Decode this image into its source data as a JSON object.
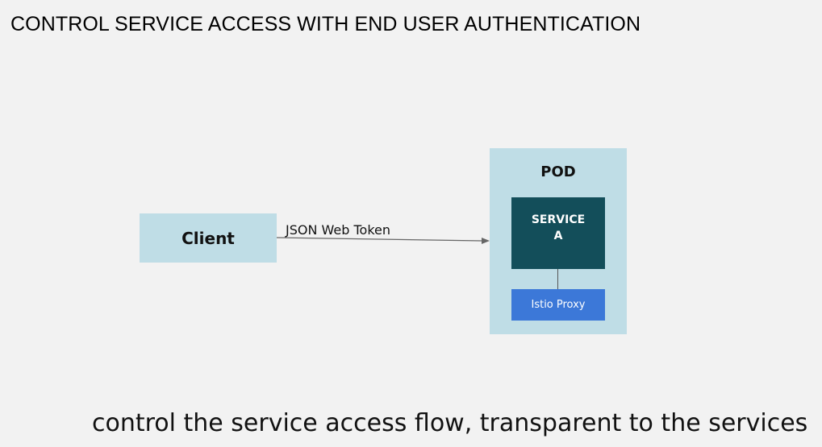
{
  "title": "CONTROL SERVICE ACCESS WITH END USER AUTHENTICATION",
  "diagram": {
    "client": {
      "label": "Client"
    },
    "arrow": {
      "label": "JSON Web Token"
    },
    "pod": {
      "label": "POD",
      "service": {
        "label": "SERVICE A"
      },
      "proxy": {
        "label": "Istio Proxy"
      }
    }
  },
  "subtitle": "control the service access flow, transparent to the services",
  "colors": {
    "background": "#f2f2f2",
    "light_box": "#bfdde6",
    "service_box": "#134e5a",
    "proxy_box": "#3c78d8"
  }
}
